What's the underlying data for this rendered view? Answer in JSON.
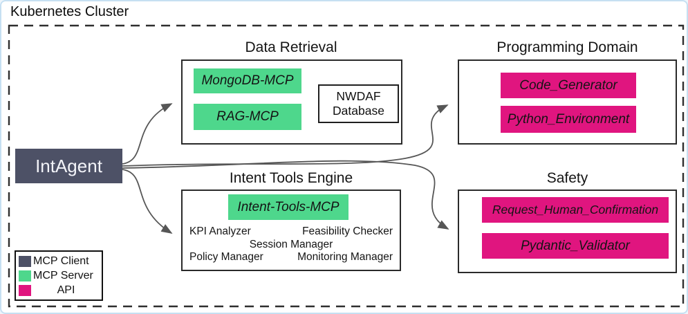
{
  "cluster": {
    "title": "Kubernetes Cluster"
  },
  "agent": {
    "label": "IntAgent"
  },
  "sections": {
    "data_retrieval": {
      "title": "Data Retrieval",
      "mcp_servers": [
        "MongoDB-MCP",
        "RAG-MCP"
      ],
      "database": {
        "line1": "NWDAF",
        "line2": "Database"
      }
    },
    "programming_domain": {
      "title": "Programming Domain",
      "apis": [
        "Code_Generator",
        "Python_Environment"
      ]
    },
    "intent_tools_engine": {
      "title": "Intent Tools Engine",
      "mcp_server": "Intent-Tools-MCP",
      "tools_row1": [
        "KPI Analyzer",
        "Feasibility Checker"
      ],
      "tools_row2": [
        "Session Manager"
      ],
      "tools_row3": [
        "Policy Manager",
        "Monitoring Manager"
      ]
    },
    "safety": {
      "title": "Safety",
      "apis": [
        "Request_Human_Confirmation",
        "Pydantic_Validator"
      ]
    }
  },
  "legend": {
    "items": [
      {
        "label": "MCP Client",
        "color": "#4d5166"
      },
      {
        "label": "MCP Server",
        "color": "#4ed78c"
      },
      {
        "label": "API",
        "color": "#e0157f"
      }
    ]
  },
  "colors": {
    "mcp_client": "#4d5166",
    "mcp_server": "#4ed78c",
    "api": "#e0157f",
    "edge": "#565656",
    "small_edge": "#333333",
    "frame_border": "#c6e0f2",
    "dashed_border": "#2e2e2e"
  }
}
